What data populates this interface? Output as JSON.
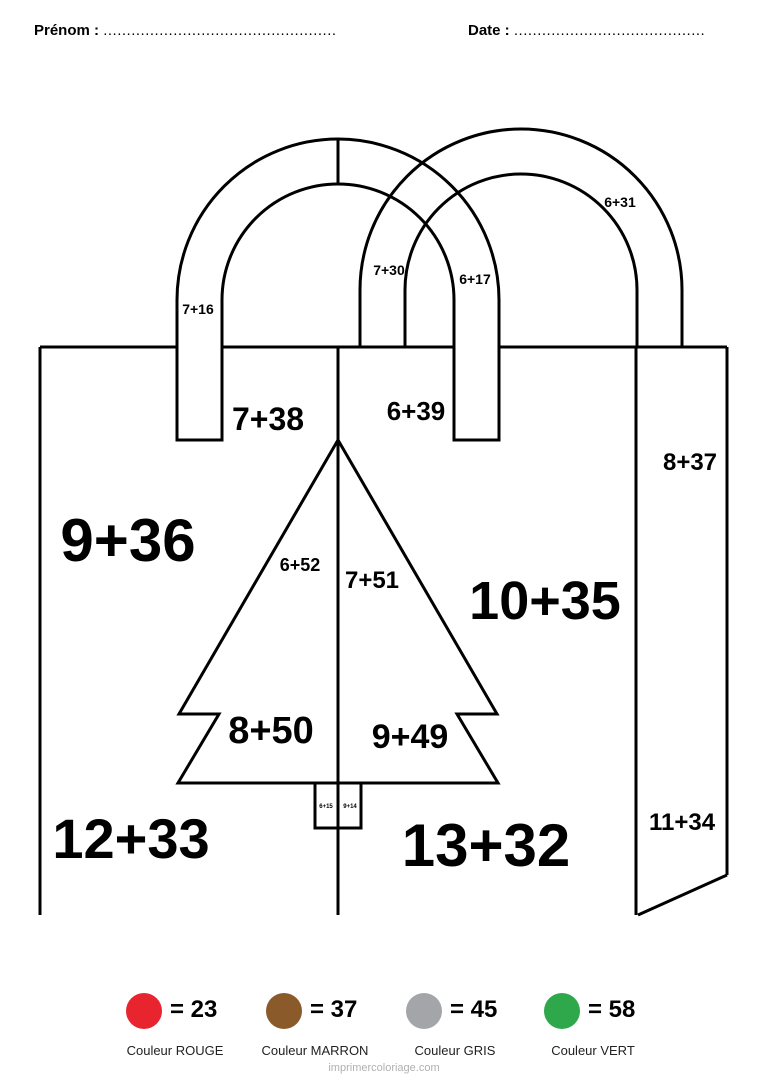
{
  "header": {
    "prenom_label": "Prénom :",
    "prenom_dots": "..................................................",
    "date_label": "Date :",
    "date_dots": "........................................."
  },
  "regions": {
    "handle_left_outer": "7+16",
    "handle_right_outer": "6+31",
    "handle_front_inner": "6+17",
    "handle_back_inner": "7+30",
    "bag_top_left": "7+38",
    "bag_top_middle": "6+39",
    "bag_left": "9+36",
    "bag_right_middle": "10+35",
    "bag_side_top": "8+37",
    "bag_side_bottom": "11+34",
    "bag_bottom_left": "12+33",
    "bag_bottom_right": "13+32",
    "tree_top_left": "6+52",
    "tree_top_right": "7+51",
    "tree_bottom_left": "8+50",
    "tree_bottom_right": "9+49",
    "trunk_left": "6+15",
    "trunk_right": "9+14"
  },
  "legend": [
    {
      "value": "= 23",
      "label": "Couleur ROUGE",
      "color": "#e8252f"
    },
    {
      "value": "= 37",
      "label": "Couleur MARRON",
      "color": "#8a5a2b"
    },
    {
      "value": "= 45",
      "label": "Couleur GRIS",
      "color": "#a3a5a8"
    },
    {
      "value": "= 58",
      "label": "Couleur VERT",
      "color": "#2ea84a"
    }
  ],
  "footer": "imprimercoloriage.com"
}
